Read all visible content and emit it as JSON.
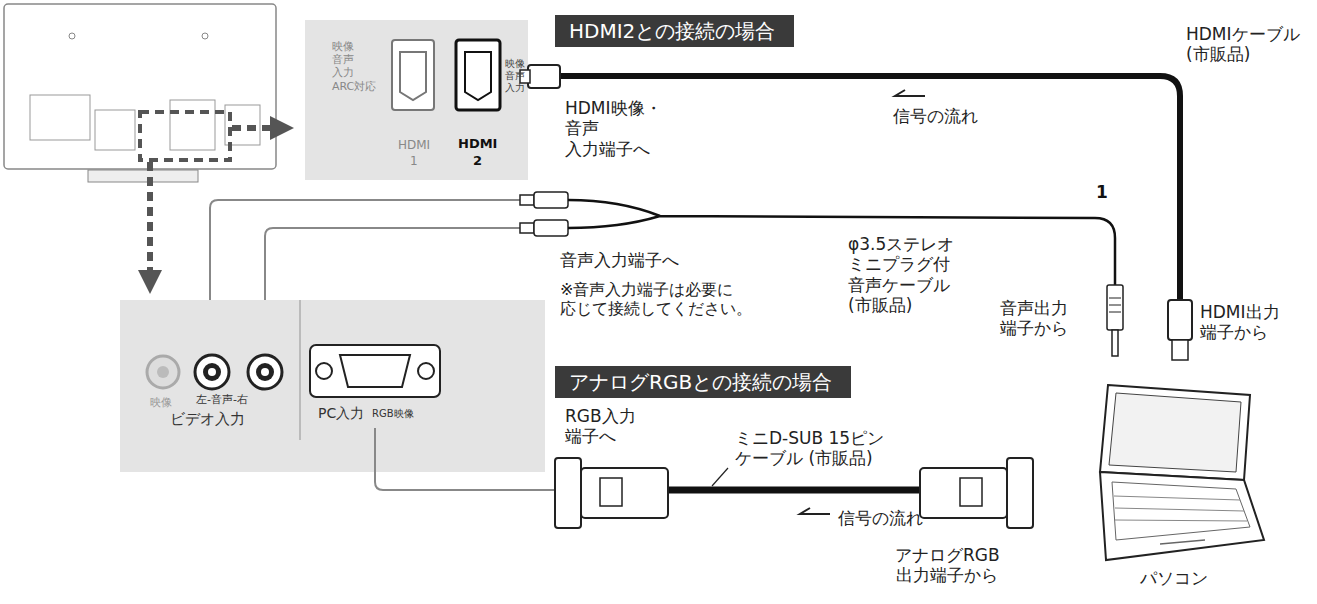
{
  "diagram": {
    "nodes": [
      {
        "text": [
          "HDMI2との接続の場合"
        ]
      },
      {
        "text": [
          "アナログRGBとの接続の場合"
        ]
      }
    ],
    "labels": [
      "HDMIケーブル (市販品)",
      "映像 音声 入力 ARC対応",
      "映像 音声 入力",
      "HDMI",
      "1",
      "HDMI",
      "2",
      "HDMI映像・音声 入力端子へ",
      "信号の流れ",
      "音声入力端子へ",
      "※音声入力端子は必要に 応じて接続してください。",
      "φ3.5ステレオ ミニプラグ付 音声ケーブル (市販品)",
      "1",
      "音声出力 端子から",
      "HDMI出力 端子から",
      "映像",
      "左-音声-右",
      "ビデオ入力",
      "PC入力",
      "RGB映像",
      "RGB入力 端子へ",
      "ミニD-SUB 15ピン ケーブル (市販品)",
      "信号の流れ",
      "アナログRGB 出力端子から",
      "パソコン"
    ]
  }
}
